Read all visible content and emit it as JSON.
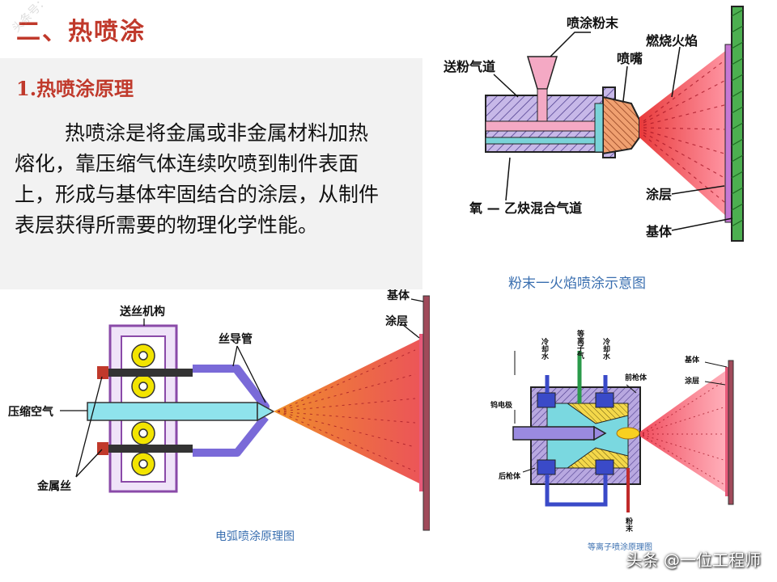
{
  "slide": {
    "title": "二、热喷涂",
    "subtitle_number": "1.",
    "subtitle_text": "热喷涂原理",
    "body": "热喷涂是将金属或非金属材料加热熔化，靠压缩气体连续吹喷到制件表面上，形成与基体牢固结合的涂层，从制件表层获得所需要的物理化学性能。",
    "watermark": "头条号：一位工程师"
  },
  "flame_diagram": {
    "labels": {
      "powder": "喷涂粉末",
      "feed_channel": "送粉气道",
      "nozzle": "喷嘴",
      "flame": "燃烧火焰",
      "gas_channel": "氧 — 乙炔混合气道",
      "coating": "涂层",
      "substrate": "基体"
    },
    "caption": "粉末一火焰喷涂示意图"
  },
  "arc_diagram": {
    "labels": {
      "wire_feed": "送丝机构",
      "wire_guide": "丝导管",
      "air": "压缩空气",
      "metal_wire": "金属丝",
      "substrate": "基体",
      "coating": "涂层"
    },
    "caption": "电弧喷涂原理图"
  },
  "plasma_diagram": {
    "labels": {
      "cooling_water_left": "冷却水",
      "plasma_gas": "等离子气",
      "cooling_water_right": "冷却水",
      "front_body": "前枪体",
      "electrode": "钨电极",
      "rear_body": "后枪体",
      "powder": "粉末",
      "substrate": "基体",
      "coating": "涂层"
    },
    "caption": "等离子喷涂原理图"
  },
  "footer": {
    "text": "头条 @一位工程师"
  }
}
